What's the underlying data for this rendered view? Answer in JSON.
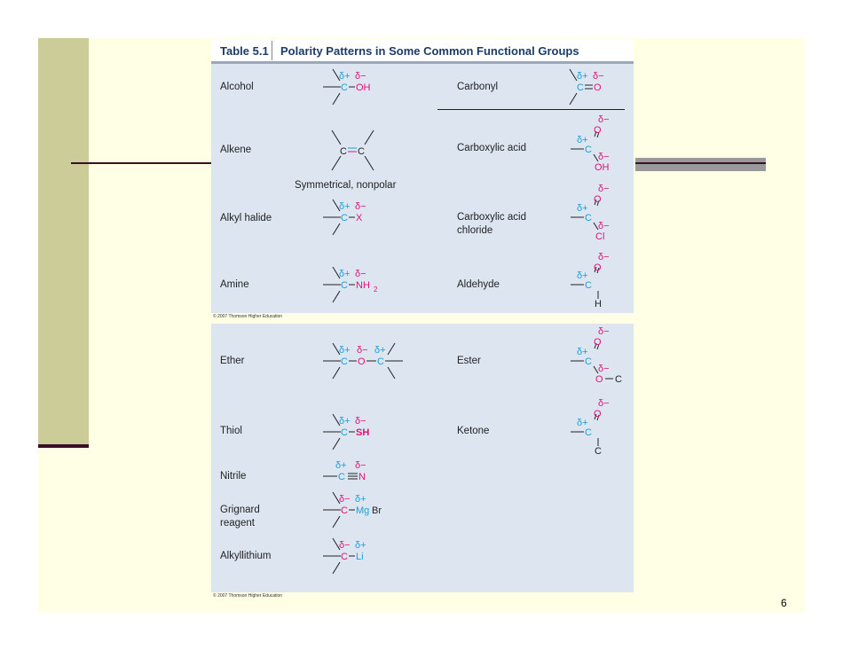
{
  "table": {
    "number": "Table 5.1",
    "title": "Polarity Patterns in Some Common Functional Groups",
    "credit": "© 2007 Thomson Higher Education"
  },
  "page_number": "6",
  "caption_symmetrical": "Symmetrical, nonpolar",
  "groups": {
    "alcohol": "Alcohol",
    "alkene": "Alkene",
    "alkyl_halide": "Alkyl halide",
    "amine": "Amine",
    "carbonyl": "Carbonyl",
    "carboxylic_acid": "Carboxylic acid",
    "carboxylic_acid_chloride": "Carboxylic acid chloride",
    "aldehyde": "Aldehyde",
    "ether": "Ether",
    "thiol": "Thiol",
    "nitrile": "Nitrile",
    "grignard": "Grignard reagent",
    "alkyllithium": "Alkyllithium",
    "ester": "Ester",
    "ketone": "Ketone"
  },
  "symbols": {
    "dplus": "δ+",
    "dminus": "δ−",
    "C": "C",
    "O": "O",
    "OH": "OH",
    "X": "X",
    "N": "N",
    "H": "H",
    "SH": "SH",
    "Cl": "Cl",
    "Mg": "Mg",
    "Br": "Br",
    "Li": "Li",
    "NH": "NH",
    "two": "2"
  },
  "colors": {
    "positive": "#1aa0d8",
    "negative": "#e0127a",
    "title": "#1d3b66",
    "panel": "#dde6f0",
    "slide": "#ffffe5",
    "olive": "#cccc99"
  }
}
